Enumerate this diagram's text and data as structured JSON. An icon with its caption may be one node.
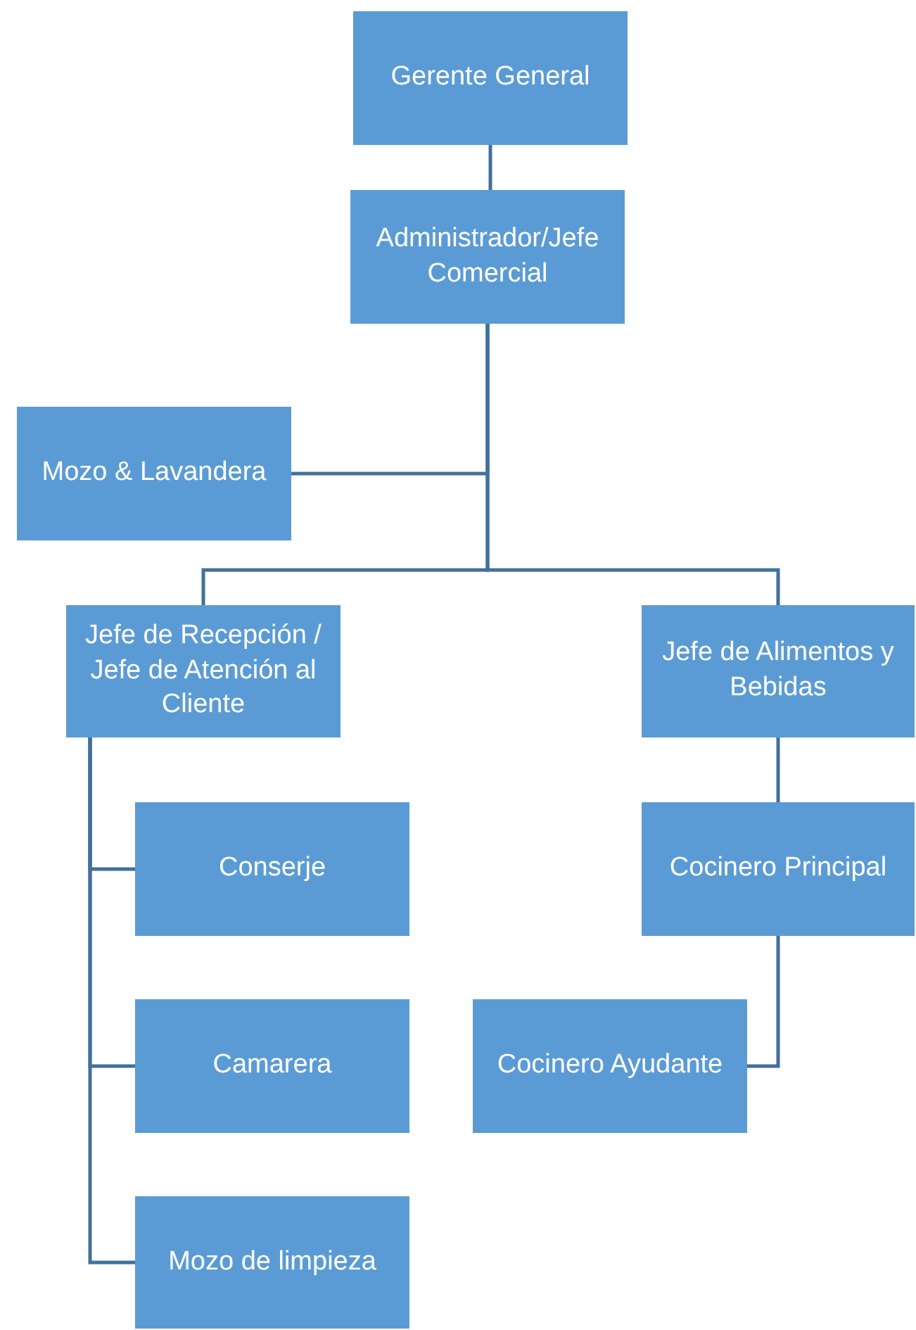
{
  "diagram": {
    "nodes": [
      {
        "text": [
          "Gerente General"
        ]
      },
      {
        "text": [
          "Administrador/Jefe Comercial"
        ]
      },
      {
        "text": [
          "Mozo & Lavandera"
        ]
      },
      {
        "text": [
          "Jefe de Recepción / Jefe de Atención al Cliente"
        ]
      },
      {
        "text": [
          "Jefe de Alimentos y Bebidas"
        ]
      },
      {
        "text": [
          "Conserje"
        ]
      },
      {
        "text": [
          "Camarera"
        ]
      },
      {
        "text": [
          "Mozo de limpieza"
        ]
      },
      {
        "text": [
          "Cocinero Principal"
        ]
      },
      {
        "text": [
          "Cocinero Ayudante"
        ]
      }
    ],
    "edges": [
      {
        "from": 0,
        "to": 1,
        "arrow": "none"
      },
      {
        "from": 1,
        "to": 2,
        "arrow": "none"
      },
      {
        "from": 1,
        "to": 3,
        "arrow": "none"
      },
      {
        "from": 1,
        "to": 4,
        "arrow": "none"
      },
      {
        "from": 3,
        "to": 5,
        "arrow": "none"
      },
      {
        "from": 3,
        "to": 6,
        "arrow": "none"
      },
      {
        "from": 3,
        "to": 7,
        "arrow": "none"
      },
      {
        "from": 4,
        "to": 8,
        "arrow": "none"
      },
      {
        "from": 8,
        "to": 9,
        "arrow": "none"
      }
    ]
  }
}
